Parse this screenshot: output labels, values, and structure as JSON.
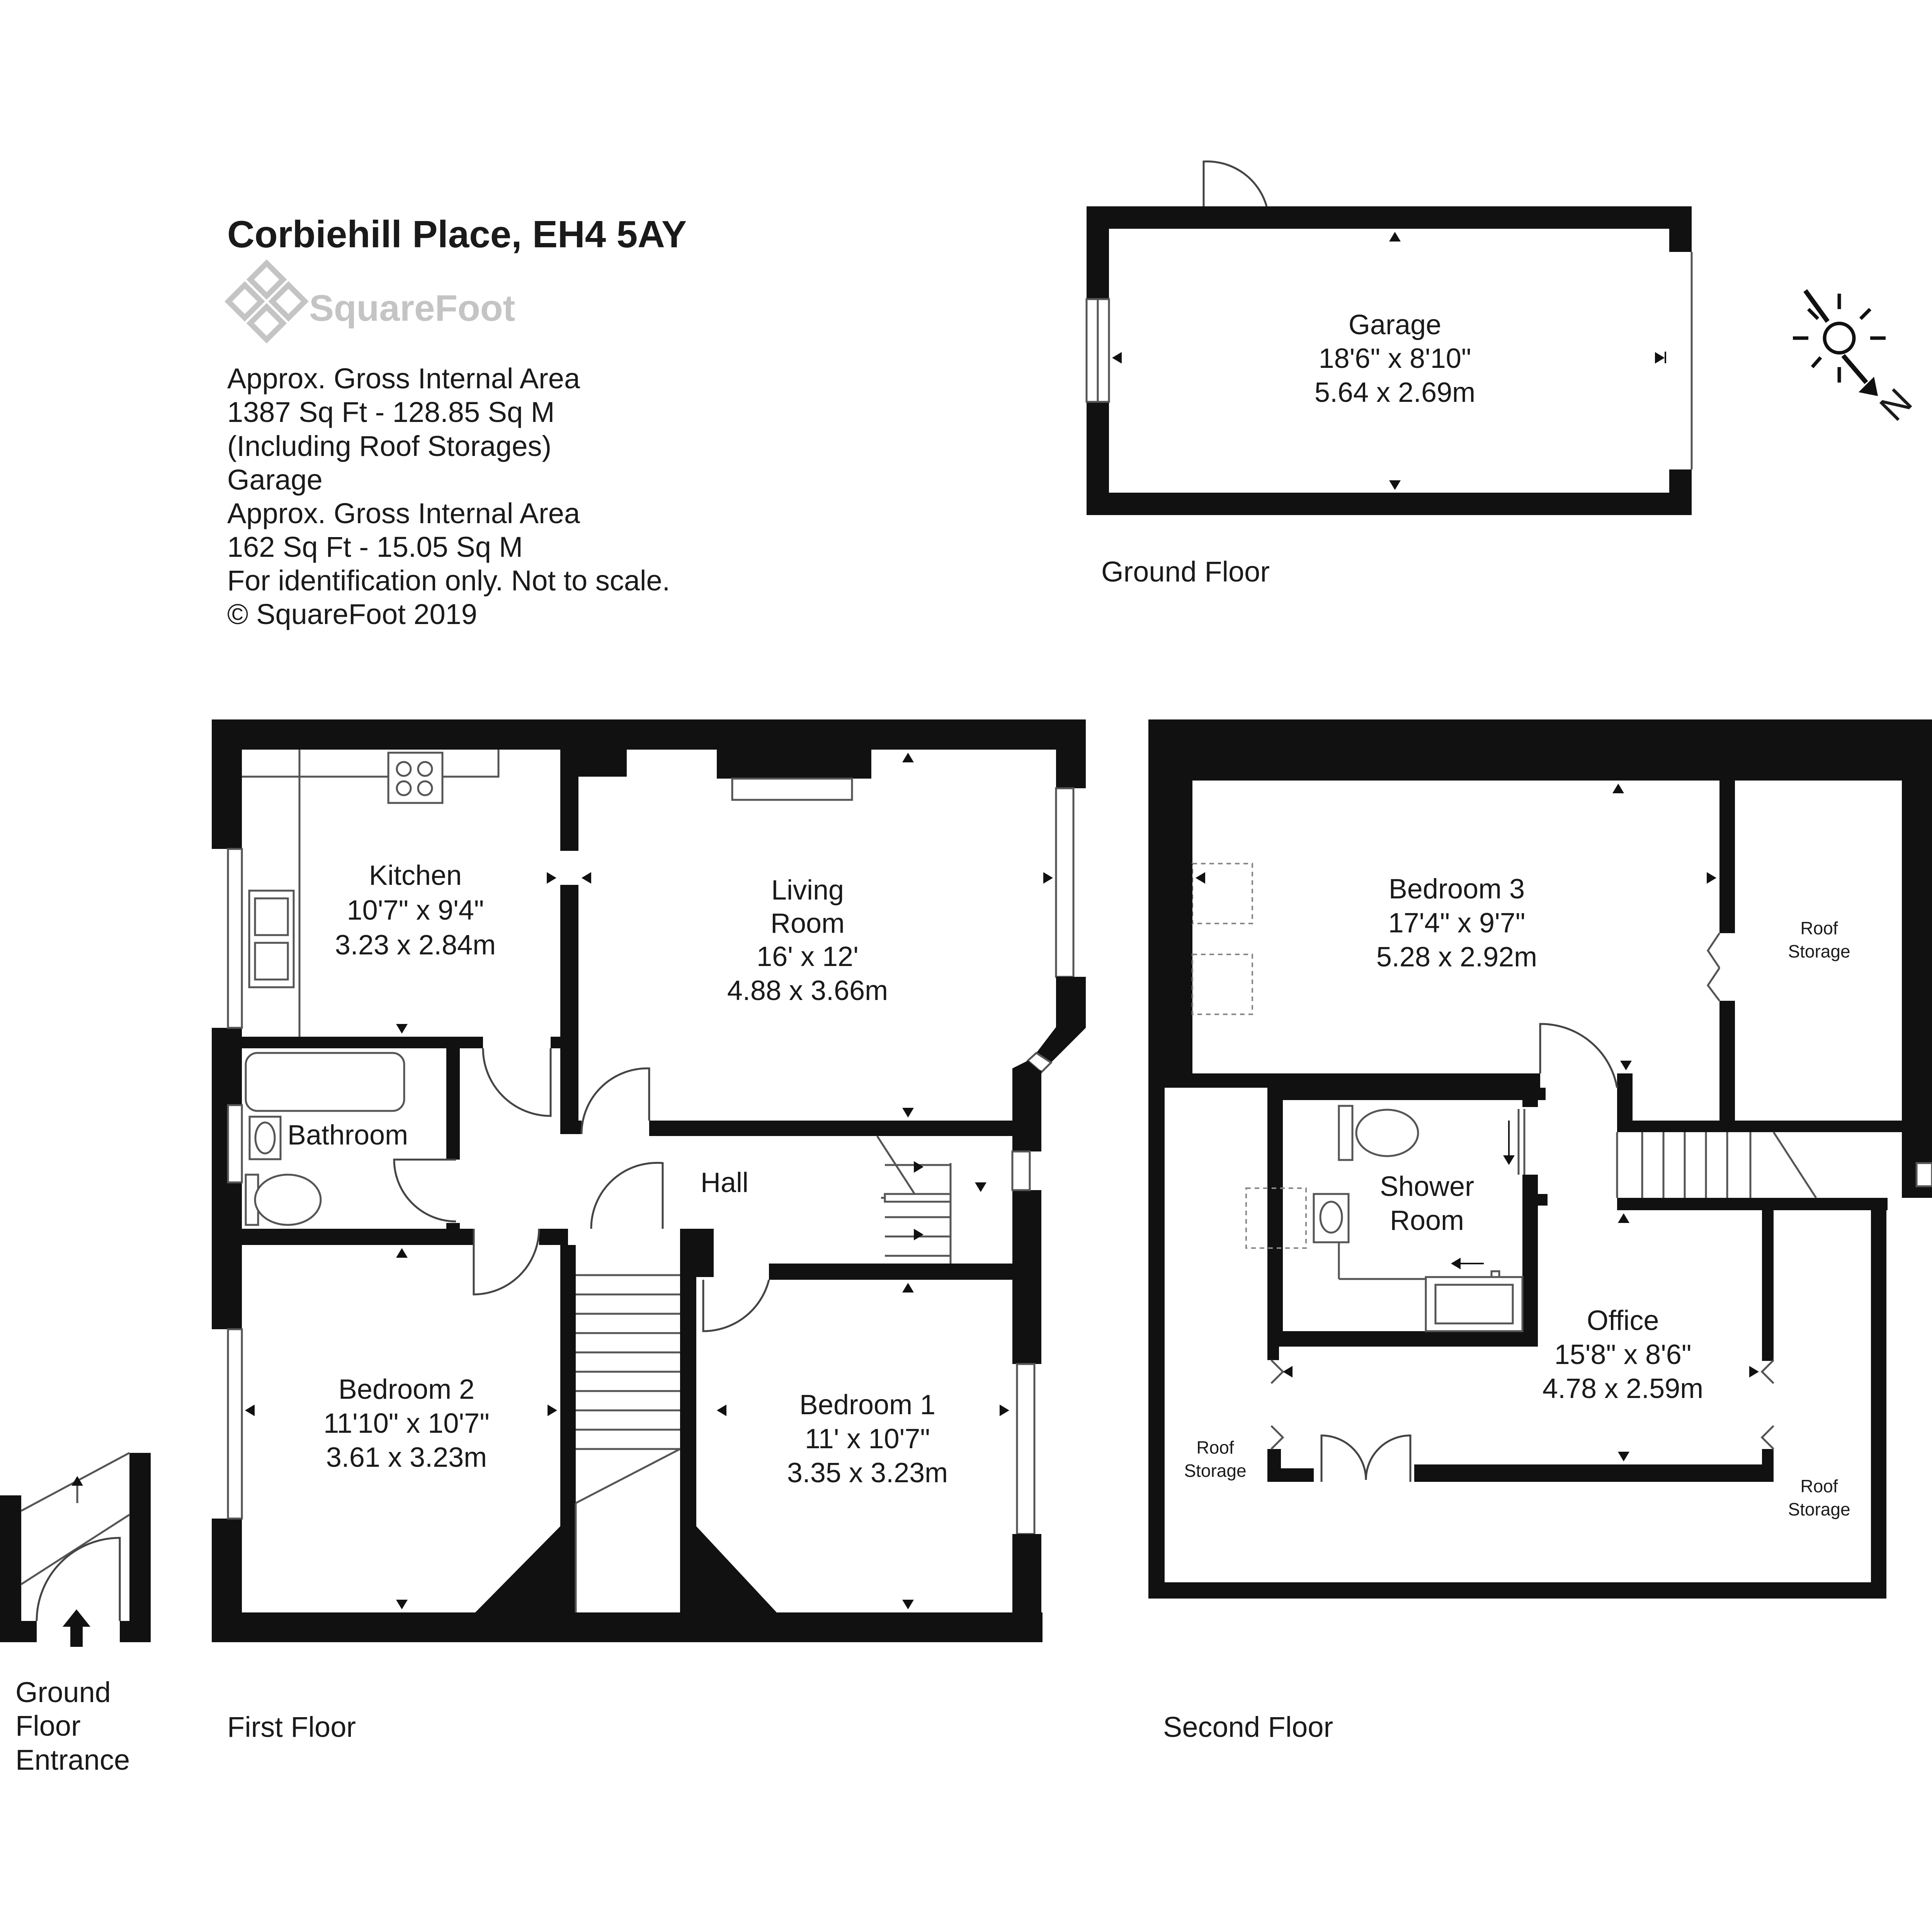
{
  "header": {
    "title": "Corbiehill Place, EH4 5AY",
    "logo_text": "SquareFoot",
    "info_lines": [
      "Approx. Gross Internal Area",
      "1387 Sq Ft  -  128.85 Sq M",
      "(Including Roof Storages)",
      "Garage",
      "Approx. Gross Internal Area",
      "162 Sq Ft  -  15.05 Sq M",
      "For identification only. Not to scale.",
      "© SquareFoot 2019"
    ]
  },
  "compass": {
    "label": "N"
  },
  "floors": {
    "ground": "Ground Floor",
    "first": "First Floor",
    "second": "Second Floor",
    "entrance": [
      "Ground",
      "Floor",
      "Entrance"
    ]
  },
  "rooms": {
    "garage": [
      "Garage",
      "18'6\" x 8'10\"",
      "5.64 x 2.69m"
    ],
    "kitchen": [
      "Kitchen",
      "10'7\" x 9'4\"",
      "3.23 x 2.84m"
    ],
    "living": [
      "Living",
      "Room",
      "16' x 12'",
      "4.88 x 3.66m"
    ],
    "bathroom": [
      "Bathroom"
    ],
    "hall": [
      "Hall"
    ],
    "bedroom2": [
      "Bedroom 2",
      "11'10\" x 10'7\"",
      "3.61 x 3.23m"
    ],
    "bedroom1": [
      "Bedroom 1",
      "11' x 10'7\"",
      "3.35 x 3.23m"
    ],
    "bedroom3": [
      "Bedroom 3",
      "17'4\" x 9'7\"",
      "5.28 x 2.92m"
    ],
    "shower": [
      "Shower",
      "Room"
    ],
    "office": [
      "Office",
      "15'8\" x 8'6\"",
      "4.78 x 2.59m"
    ],
    "roof_storage_right": [
      "Roof",
      "Storage"
    ],
    "roof_storage_left": [
      "Roof",
      "Storage"
    ],
    "roof_storage_bottom": [
      "Roof",
      "Storage"
    ]
  }
}
